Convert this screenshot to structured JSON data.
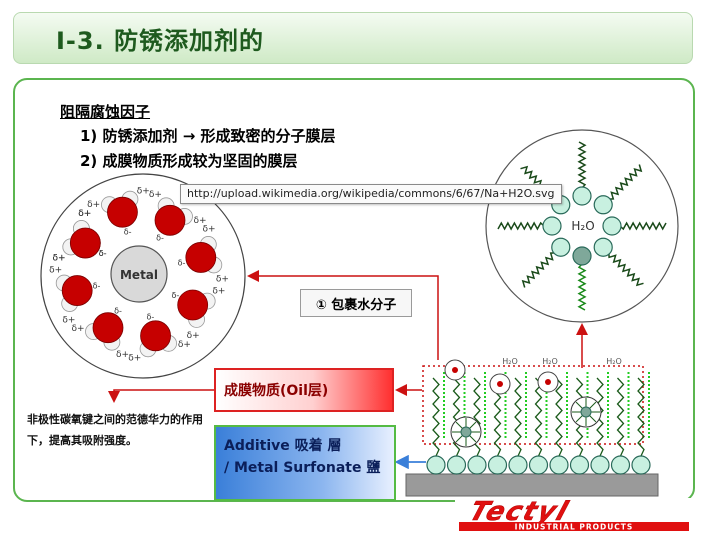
{
  "title": "Ⅰ-3.  防锈添加剂的",
  "heading": "阻隔腐蚀因子",
  "points": [
    "1) 防锈添加剂 → 形成致密的分子膜层",
    "2) 成膜物质形成较为坚固的膜层"
  ],
  "url_tooltip": "http://upload.wikimedia.org/wikipedia/commons/6/67/Na+H2O.svg",
  "metal_label": "Metal",
  "delta_plus": "δ+",
  "delta_minus": "δ-",
  "h2o_label": "H₂O",
  "wrap_label": "① 包裹水分子",
  "oil_label": "成膜物质(Oil层)",
  "additive_lines": [
    "Additive 吸着 層",
    "/ Metal Surfonate 鹽"
  ],
  "note": "非极性碳氧键之间的范德华力的作用下，提高其吸附强度。",
  "logo": {
    "text": "Tectyl",
    "subtitle": "INDUSTRIAL PRODUCTS"
  },
  "colors": {
    "accent_green": "#5bb54f",
    "red": "#cc1111",
    "blue": "#3a7fd9",
    "film_green": "#22aa22",
    "bead": "#c8f0e0"
  }
}
